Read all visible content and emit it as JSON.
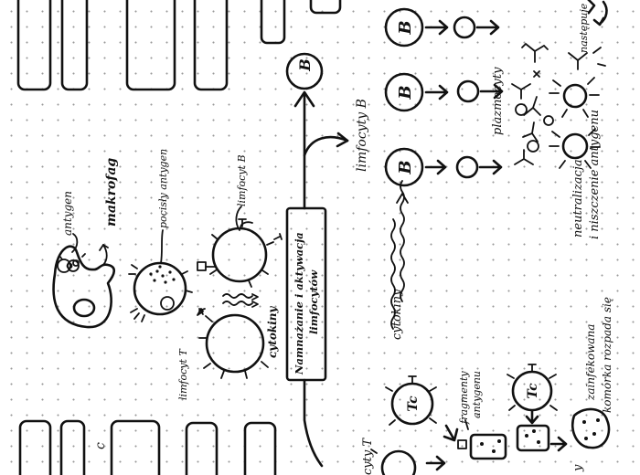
{
  "labels": {
    "antigen": "antygen",
    "macrophage": "makrofag",
    "presents_antigen": "pocisły antygen",
    "b_lymphocyte": "limfocyt B",
    "t_lymphocyte": "limfocyt T",
    "cytokines_top": "cytokiny",
    "cytokines_mid": "cytokiny",
    "proliferation_line1": "Namnażanie i aktywacja",
    "proliferation_line2": "limfocytów",
    "b_lymphocytes": "limfocyty B",
    "plasma_cells": "plazmocyty",
    "neutralization_line1": "neutralizacja",
    "neutralization_line2": "i niszczenie antygenu",
    "follows": "następuje",
    "antigen_fragments_line1": "fragmenty",
    "antigen_fragments_line2": "antygenu",
    "infected_cell_line1": "zainfekowana",
    "infected_cell_line2": "komórka rozpada się",
    "t_lymphocytes_partial": "cyty T",
    "partial_left": "c",
    "partial_bottom": "y"
  },
  "cell_letters": {
    "b_top": "B",
    "b_row": [
      "B",
      "B",
      "B"
    ],
    "tc_1": "Tc",
    "tc_2": "Tc"
  },
  "colors": {
    "ink": "#111111",
    "paper": "#ffffff",
    "dots": "#9a9a9a"
  }
}
